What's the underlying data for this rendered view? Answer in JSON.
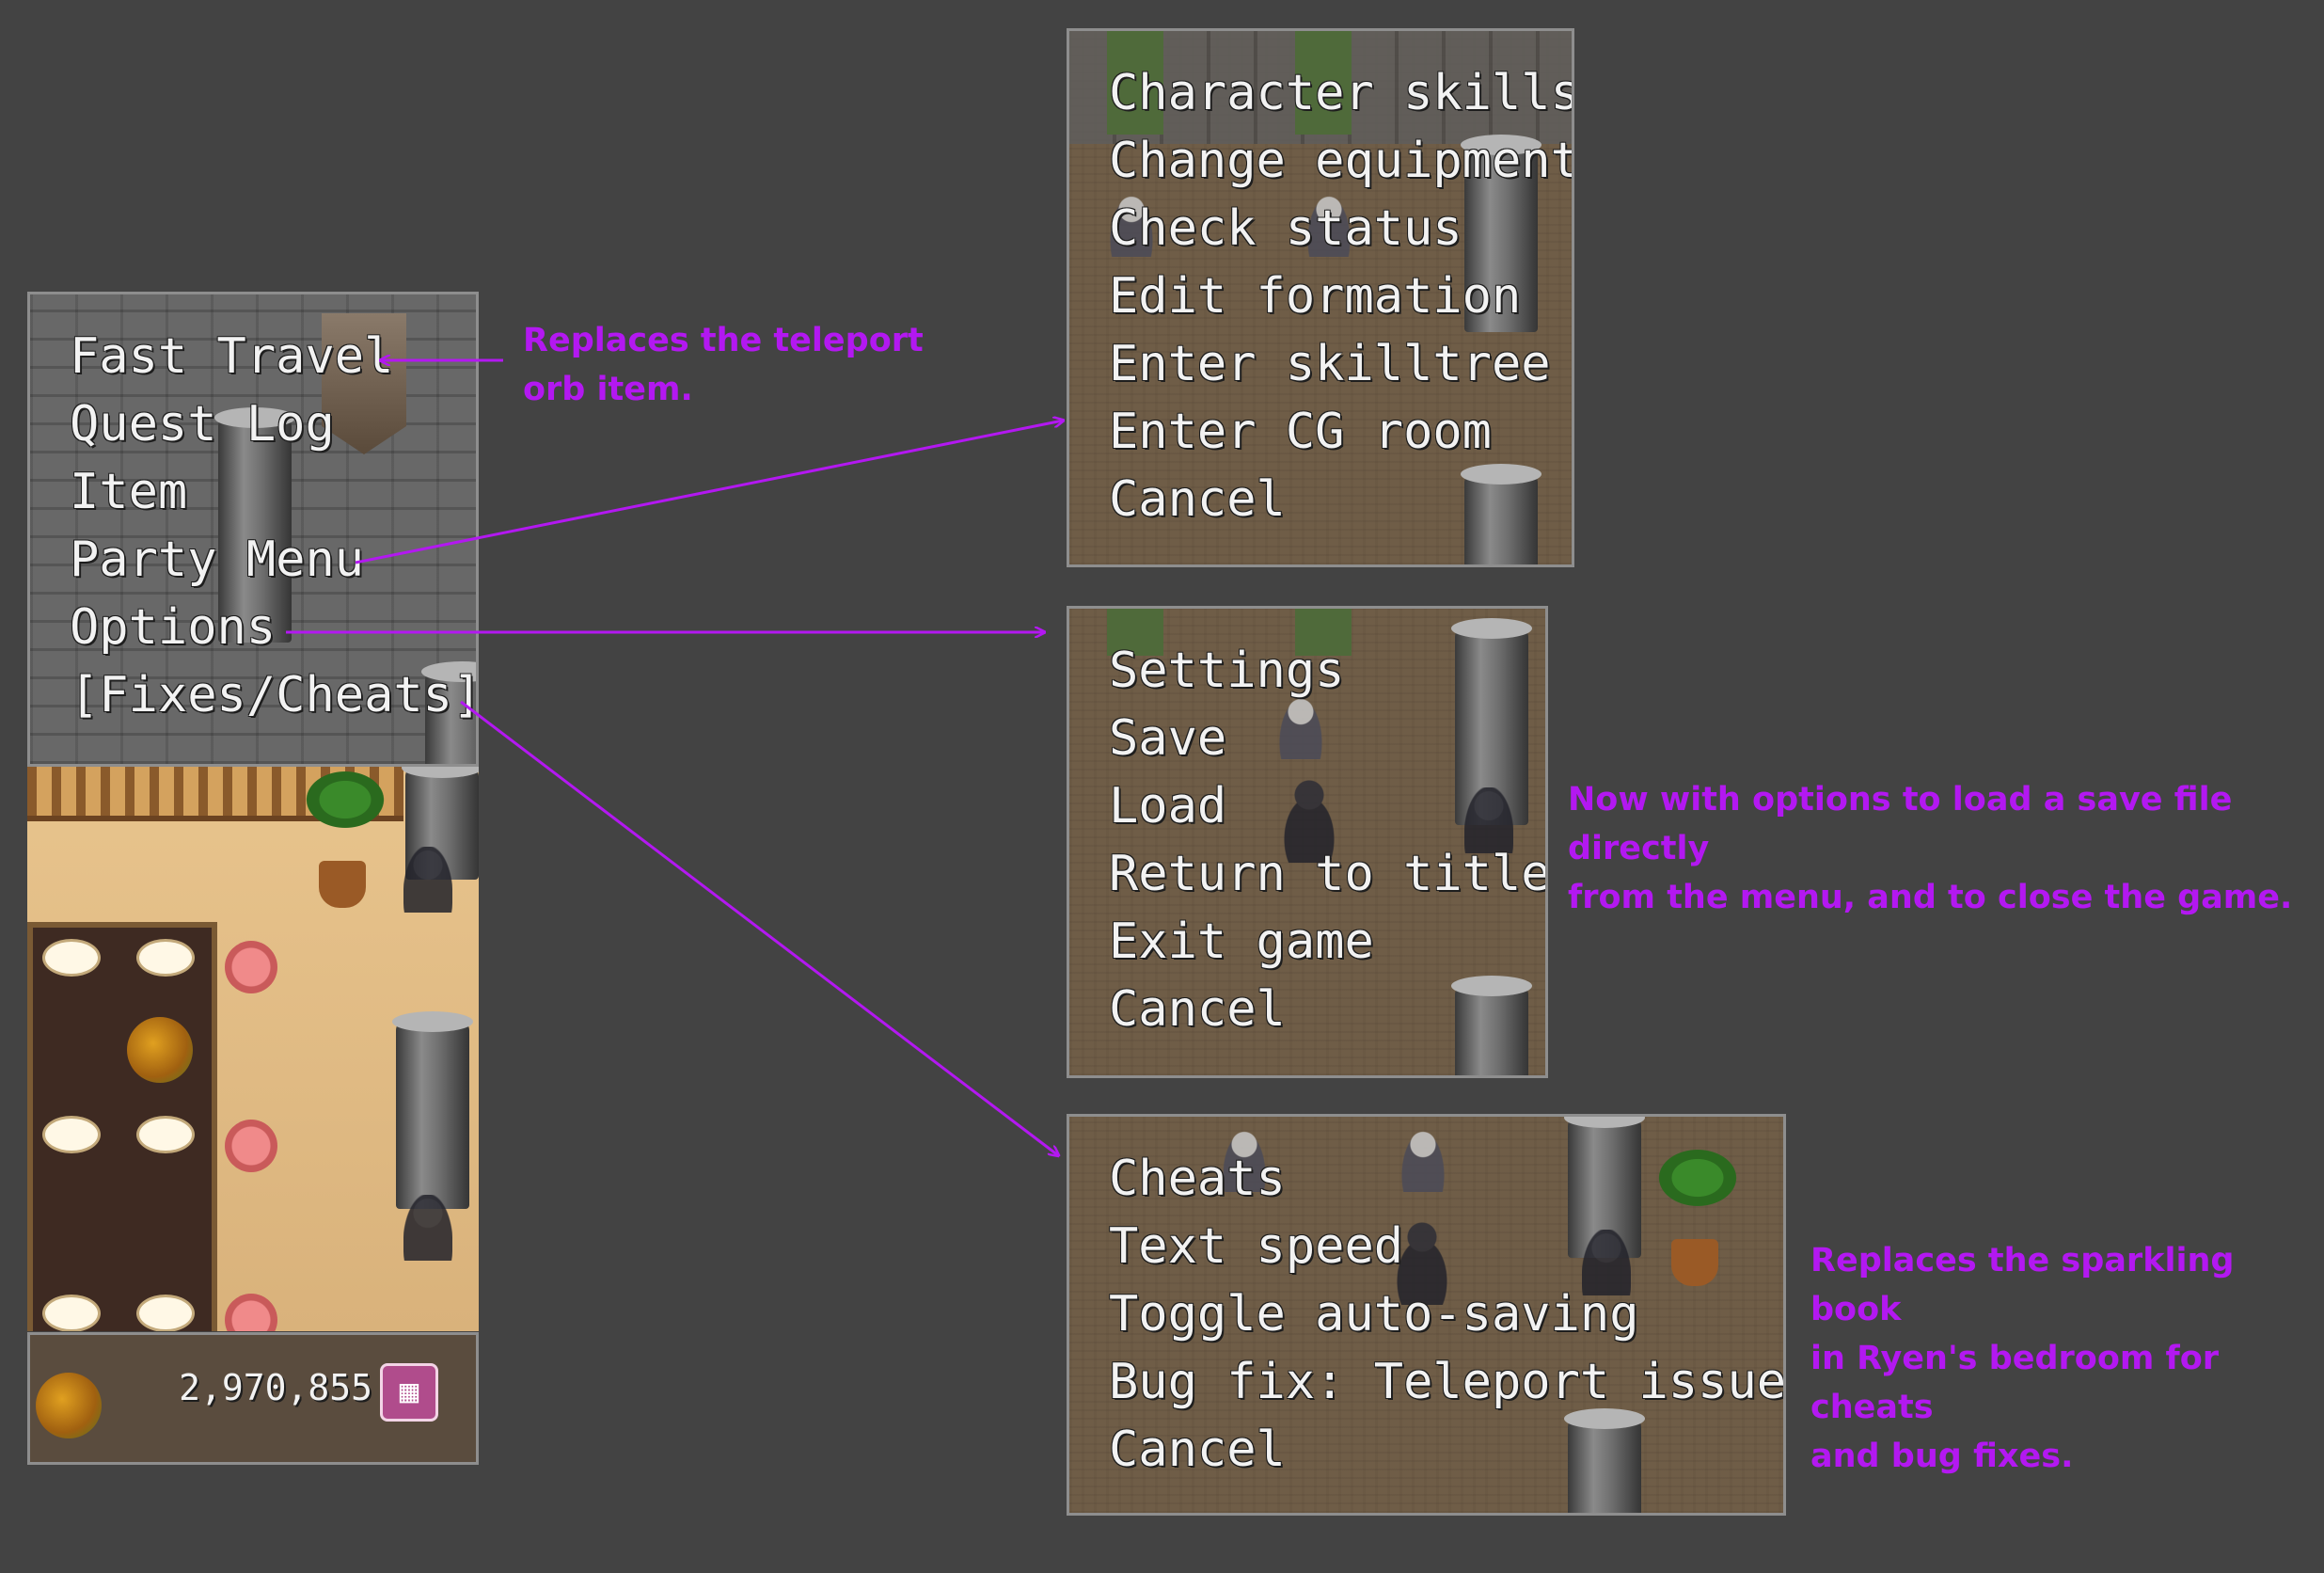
{
  "main_menu": {
    "items": [
      "Fast Travel",
      "Quest Log",
      "Item",
      "Party Menu",
      "Options",
      "[Fixes/Cheats]"
    ],
    "selected_index": 0
  },
  "party_menu": {
    "items": [
      "Character skills",
      "Change equipment",
      "Check status",
      "Edit formation",
      "Enter skilltree",
      "Enter CG room",
      "Cancel"
    ],
    "selected_index": 0
  },
  "options_menu": {
    "items": [
      "Settings",
      "Save",
      "Load",
      "Return to title",
      "Exit game",
      "Cancel"
    ],
    "selected_index": 0
  },
  "cheats_menu": {
    "items": [
      "Cheats",
      "Text speed",
      "Toggle auto-saving",
      "Bug fix: Teleport issues",
      "Cancel"
    ],
    "selected_index": 0
  },
  "gold": {
    "value": "2,970,855",
    "icon": "treasure-chest-icon"
  },
  "annotations": {
    "fast_travel": "Replaces the teleport\norb item.",
    "options": "Now with options to load a save file directly\nfrom the menu, and to close the game.",
    "cheats": "Replaces the sparkling book\nin Ryen's bedroom for cheats\nand bug fixes."
  },
  "colors": {
    "background": "#434343",
    "annotation": "#b318f1",
    "menu_text": "#f2f2f2",
    "panel_border": "#8e8e8e"
  }
}
